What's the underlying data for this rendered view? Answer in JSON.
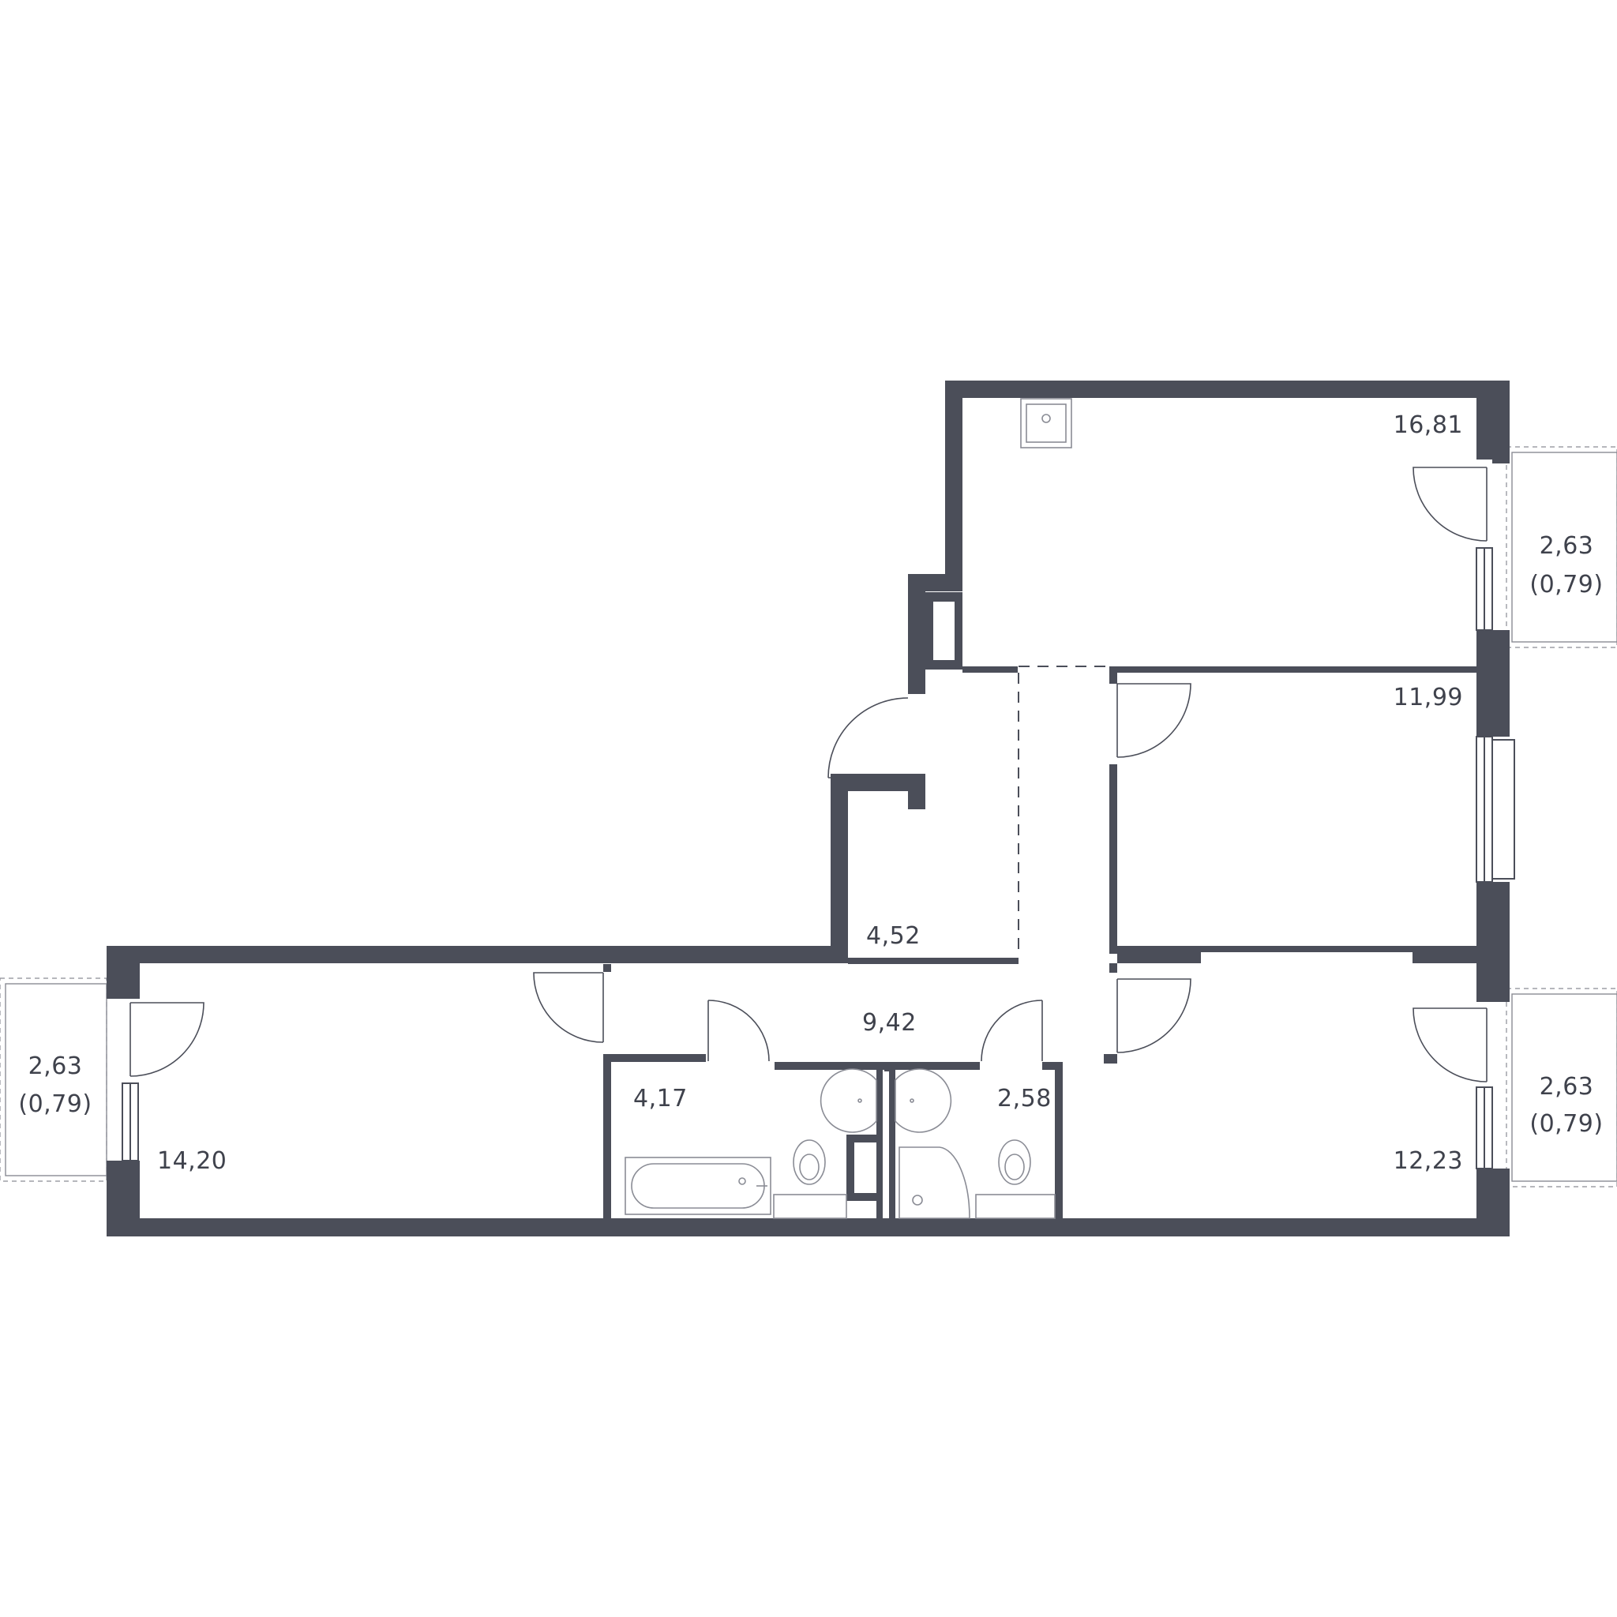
{
  "plan": {
    "colors": {
      "wall": "#4b4e59",
      "text": "#3f424c",
      "fixture": "#8a8c95"
    },
    "rooms": {
      "kitchen_living": "16,81",
      "bedroom_mid": "11,99",
      "bedroom_right": "12,23",
      "hall": "4,52",
      "corridor": "9,42",
      "living_left": "14,20",
      "bathroom": "4,17",
      "wc": "2,58"
    },
    "balconies": {
      "top_right": {
        "area": "2,63",
        "reduced": "(0,79)"
      },
      "bottom_right": {
        "area": "2,63",
        "reduced": "(0,79)"
      },
      "left": {
        "area": "2,63",
        "reduced": "(0,79)"
      }
    },
    "icons": [
      "sink-icon",
      "bathtub-icon",
      "toilet-icon",
      "washbasin-icon",
      "shower-icon"
    ]
  }
}
